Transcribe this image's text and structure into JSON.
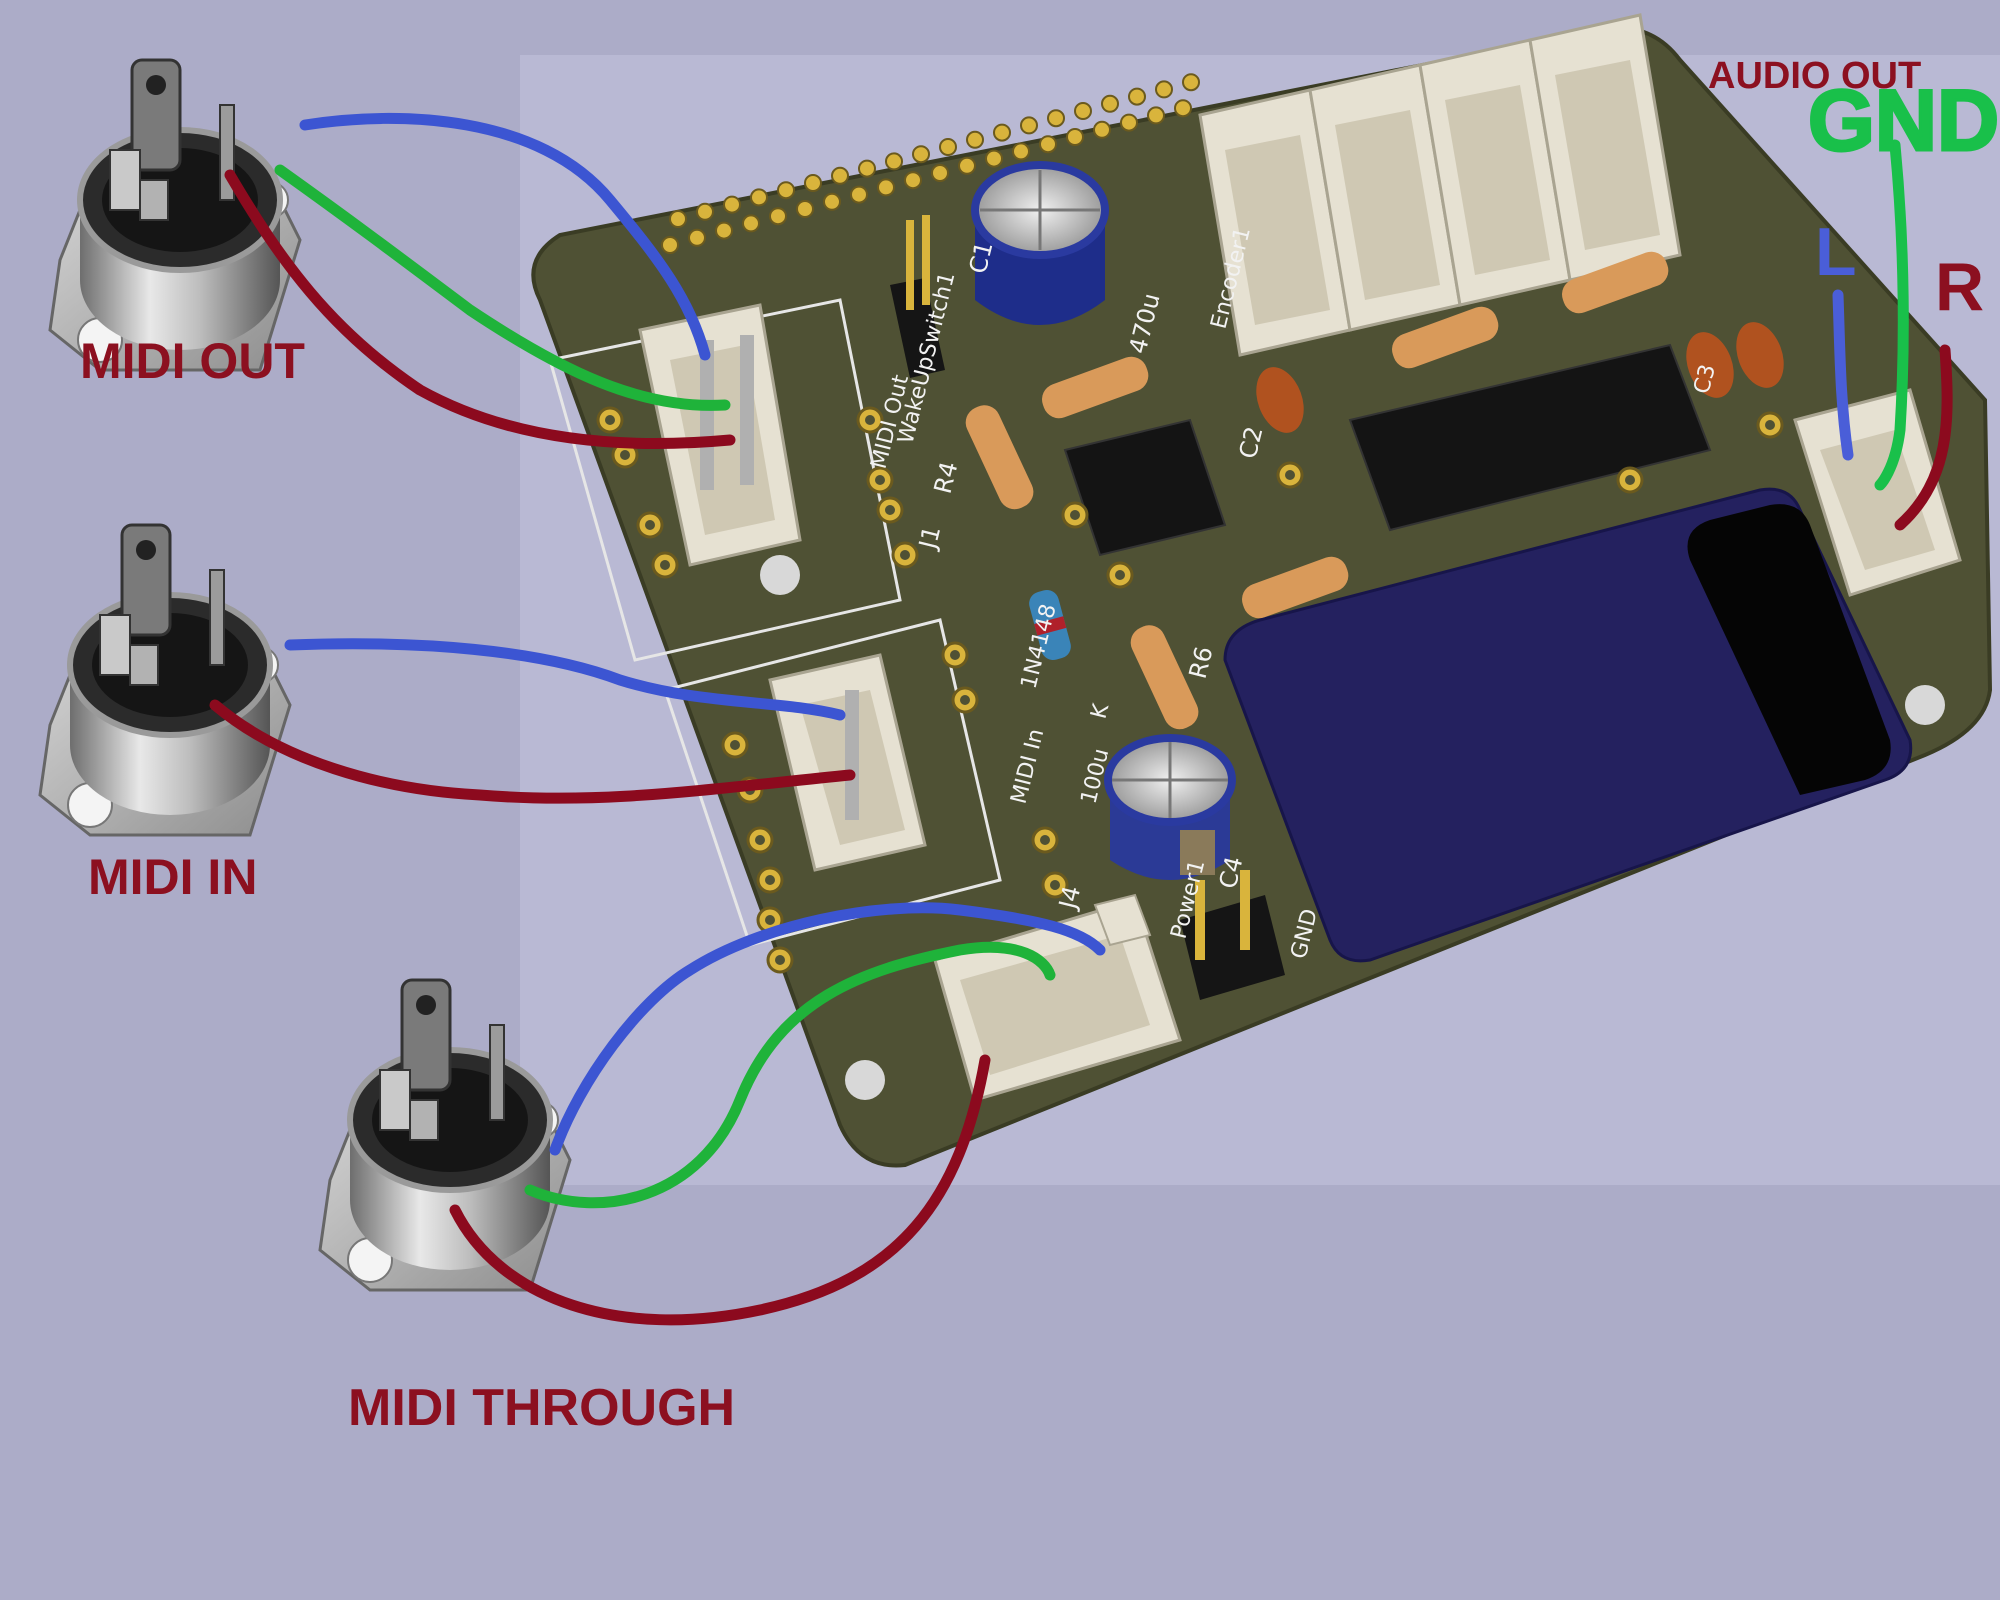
{
  "labels": {
    "midi_out": "MIDI OUT",
    "midi_in": "MIDI IN",
    "midi_through": "MIDI THROUGH",
    "audio_out": "AUDIO OUT",
    "gnd": "GND",
    "left": "L",
    "right": "R"
  },
  "silkscreen": {
    "c1": "C1",
    "c1_value": "470u",
    "wakeup": "WakeUpSwitch1",
    "midi_out_label": "MIDI Out",
    "encoder": "Encoder1",
    "r4": "R4",
    "j1": "J1",
    "c2": "C2",
    "r6": "R6",
    "diode": "1N4148",
    "diode_k": "K",
    "midi_in_label": "MIDI In",
    "c4_value": "100u",
    "j4": "J4",
    "c4": "C4",
    "power": "Power1",
    "gnd": "GND",
    "c3": "C3"
  },
  "colors": {
    "background": "#acacc8",
    "pcb": "#4f5134",
    "wire_blue": "#3c55d2",
    "wire_green": "#1fb33a",
    "wire_red": "#8c0a1e",
    "label_red": "#8c1020",
    "gnd_green": "#19c04a",
    "lr_blue": "#4a5ed8"
  }
}
